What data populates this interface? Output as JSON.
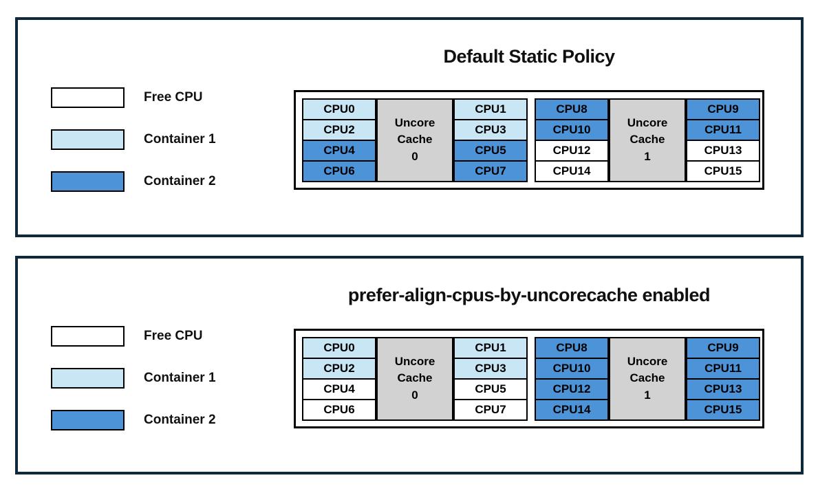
{
  "colors": {
    "free": "#FFFFFF",
    "container1": "#C9E6F5",
    "container2": "#4D93D8",
    "cache_fill": "#D2D2D2",
    "panel_border": "#0E2A3A",
    "cell_border": "#000000"
  },
  "legend": {
    "items": [
      {
        "label": "Free CPU",
        "owner": "free"
      },
      {
        "label": "Container 1",
        "owner": "container1"
      },
      {
        "label": "Container 2",
        "owner": "container2"
      }
    ]
  },
  "panels": [
    {
      "title": "Default Static Policy",
      "groups": [
        {
          "cache_lines": [
            "Uncore",
            "Cache",
            "0"
          ],
          "left_cpus": [
            {
              "label": "CPU0",
              "owner": "container1"
            },
            {
              "label": "CPU2",
              "owner": "container1"
            },
            {
              "label": "CPU4",
              "owner": "container2"
            },
            {
              "label": "CPU6",
              "owner": "container2"
            }
          ],
          "right_cpus": [
            {
              "label": "CPU1",
              "owner": "container1"
            },
            {
              "label": "CPU3",
              "owner": "container1"
            },
            {
              "label": "CPU5",
              "owner": "container2"
            },
            {
              "label": "CPU7",
              "owner": "container2"
            }
          ]
        },
        {
          "cache_lines": [
            "Uncore",
            "Cache",
            "1"
          ],
          "left_cpus": [
            {
              "label": "CPU8",
              "owner": "container2"
            },
            {
              "label": "CPU10",
              "owner": "container2"
            },
            {
              "label": "CPU12",
              "owner": "free"
            },
            {
              "label": "CPU14",
              "owner": "free"
            }
          ],
          "right_cpus": [
            {
              "label": "CPU9",
              "owner": "container2"
            },
            {
              "label": "CPU11",
              "owner": "container2"
            },
            {
              "label": "CPU13",
              "owner": "free"
            },
            {
              "label": "CPU15",
              "owner": "free"
            }
          ]
        }
      ]
    },
    {
      "title": "prefer-align-cpus-by-uncorecache enabled",
      "groups": [
        {
          "cache_lines": [
            "Uncore",
            "Cache",
            "0"
          ],
          "left_cpus": [
            {
              "label": "CPU0",
              "owner": "container1"
            },
            {
              "label": "CPU2",
              "owner": "container1"
            },
            {
              "label": "CPU4",
              "owner": "free"
            },
            {
              "label": "CPU6",
              "owner": "free"
            }
          ],
          "right_cpus": [
            {
              "label": "CPU1",
              "owner": "container1"
            },
            {
              "label": "CPU3",
              "owner": "container1"
            },
            {
              "label": "CPU5",
              "owner": "free"
            },
            {
              "label": "CPU7",
              "owner": "free"
            }
          ]
        },
        {
          "cache_lines": [
            "Uncore",
            "Cache",
            "1"
          ],
          "left_cpus": [
            {
              "label": "CPU8",
              "owner": "container2"
            },
            {
              "label": "CPU10",
              "owner": "container2"
            },
            {
              "label": "CPU12",
              "owner": "container2"
            },
            {
              "label": "CPU14",
              "owner": "container2"
            }
          ],
          "right_cpus": [
            {
              "label": "CPU9",
              "owner": "container2"
            },
            {
              "label": "CPU11",
              "owner": "container2"
            },
            {
              "label": "CPU13",
              "owner": "container2"
            },
            {
              "label": "CPU15",
              "owner": "container2"
            }
          ]
        }
      ]
    }
  ]
}
